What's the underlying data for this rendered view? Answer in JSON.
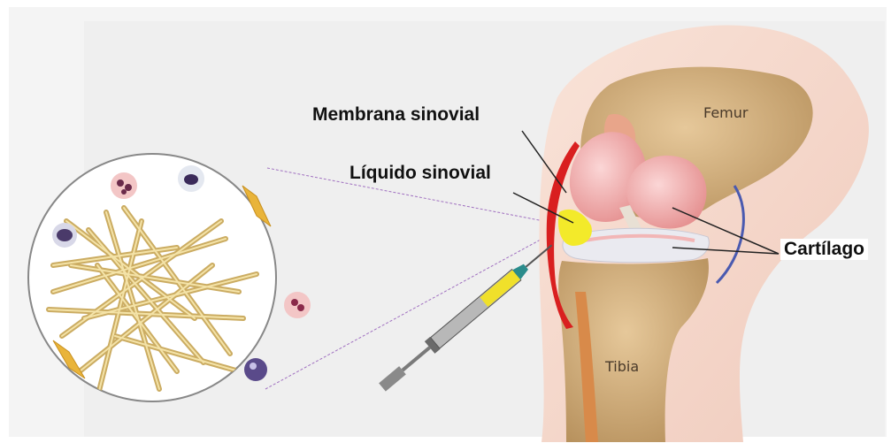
{
  "labels": {
    "synovial_membrane": "Membrana sinovial",
    "synovial_fluid": "Líquido sinovial",
    "cartilage": "Cartílago",
    "femur": "Femur",
    "tibia": "Tibia"
  },
  "colors": {
    "bone": "#d9b98a",
    "cartilage": "#f2b6b6",
    "synovial_membrane": "#d91f1f",
    "synovial_fluid": "#f3ea2a",
    "skin": "#f6dcd0",
    "crystal": "#ecd58a",
    "syringe_barrel": "#9a9a9a",
    "syringe_fluid": "#f0e02a",
    "needle_hub": "#2a8c8c"
  },
  "icons": [
    "crystal-microscopy-circle",
    "knee-joint",
    "syringe"
  ]
}
